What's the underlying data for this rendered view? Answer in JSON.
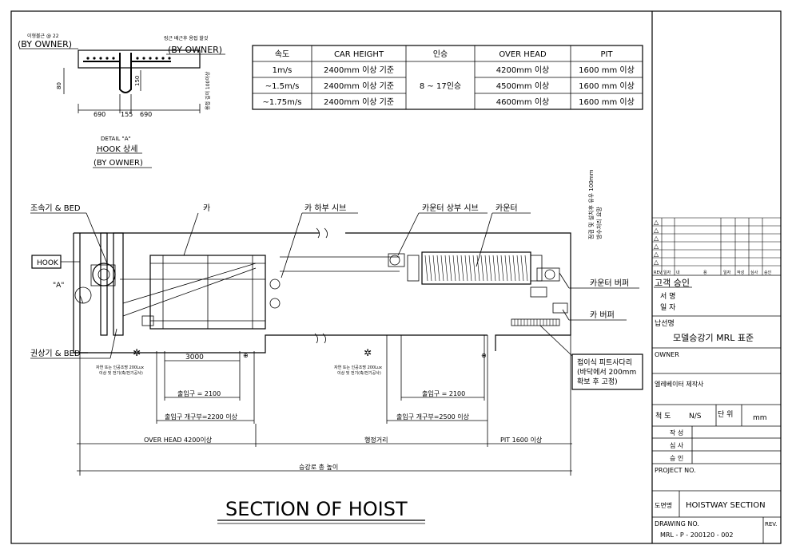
{
  "detail": {
    "bolt_note": "이형볼근 @ 22",
    "rebar_note": "링근 배근후 용접 할것",
    "by_owner_left": "(BY OWNER)",
    "by_owner_right": "(BY OWNER)",
    "dim_80": "80",
    "dim_150": "150",
    "dim_690_left": "690",
    "dim_155": "155",
    "dim_690_right": "690",
    "side_note": "용접 길이 100이상",
    "detail_label": "DETAIL \"A\"",
    "hook_title": "HOOK 상세",
    "hook_owner": "(BY OWNER)"
  },
  "spec_table": {
    "headers": [
      "속도",
      "CAR HEIGHT",
      "인승",
      "OVER HEAD",
      "PIT"
    ],
    "rows": [
      [
        "1m/s",
        "2400mm 이상 기준",
        "",
        "4200mm 이상",
        "1600 mm 이상"
      ],
      [
        "~1.5m/s",
        "2400mm 이상 기준",
        "8 ~ 17인승",
        "4500mm 이상",
        "1600 mm 이상"
      ],
      [
        "~1.75m/s",
        "2400mm 이상 기준",
        "",
        "4600mm 이상",
        "1600 mm 이상"
      ]
    ]
  },
  "labels": {
    "governor_bed": "조속기 & BED",
    "car": "카",
    "car_bottom_sheave": "카 하부 시브",
    "cw_top_sheave": "카운터 상부 시브",
    "counterweight": "카운터",
    "hook_box": "HOOK",
    "point_a": "\"A\"",
    "traction_bed": "권상기 & BED",
    "dim_3000": "3000",
    "cw_buffer": "카운터 버퍼",
    "car_buffer": "카 버퍼",
    "ladder_line1": "접이식 피트사다리",
    "ladder_line2": "(바닥에서 200mm",
    "ladder_line3": "확보 후 고정)",
    "light_note_left_1": "자연 또는 인공조명 200Lux",
    "light_note_left_2": "이상 및 전기(축/전기공사)",
    "light_note_mid_1": "자연 또는 인공조명 200Lux",
    "light_note_mid_2": "이상 및 전기(축/전기공사)",
    "vertical_note": "점검 및 설치후 유우 100mm",
    "vertical_note_2": "방수처리 요망",
    "entrance_left": "출입구 = 2100",
    "entrance_right": "출입구 = 2100",
    "opening_left": "출입구 개구부=2200 이상",
    "opening_right": "출입구 개구부=2500 이상",
    "overhead": "OVER HEAD 4200이상",
    "travel": "행정거리",
    "pit": "PIT 1600 이상",
    "total_height": "승강로 총 높이",
    "main_title": "SECTION OF HOIST"
  },
  "title_block": {
    "rev_header": [
      "REV",
      "일자",
      "내",
      "용",
      "일자",
      "작성",
      "심사",
      "승인"
    ],
    "customer_approval": "고객 승인",
    "sign": "서 명",
    "date": "일 자",
    "delivery": "납선명",
    "delivery_value": "모델승강기 MRL 표준",
    "owner": "OWNER",
    "maker": "엘레베이터 제작사",
    "scale_label": "척 도",
    "scale_value": "N/S",
    "unit_label": "단 위",
    "unit_value": "mm",
    "drawn": "작 성",
    "checked": "심 사",
    "approved": "승 인",
    "project_no": "PROJECT NO.",
    "drawing_name_label": "도면명",
    "drawing_name": "HOISTWAY SECTION",
    "drawing_no_label": "DRAWING NO.",
    "drawing_no": "MRL - P - 200120 -    002",
    "rev": "REV."
  }
}
